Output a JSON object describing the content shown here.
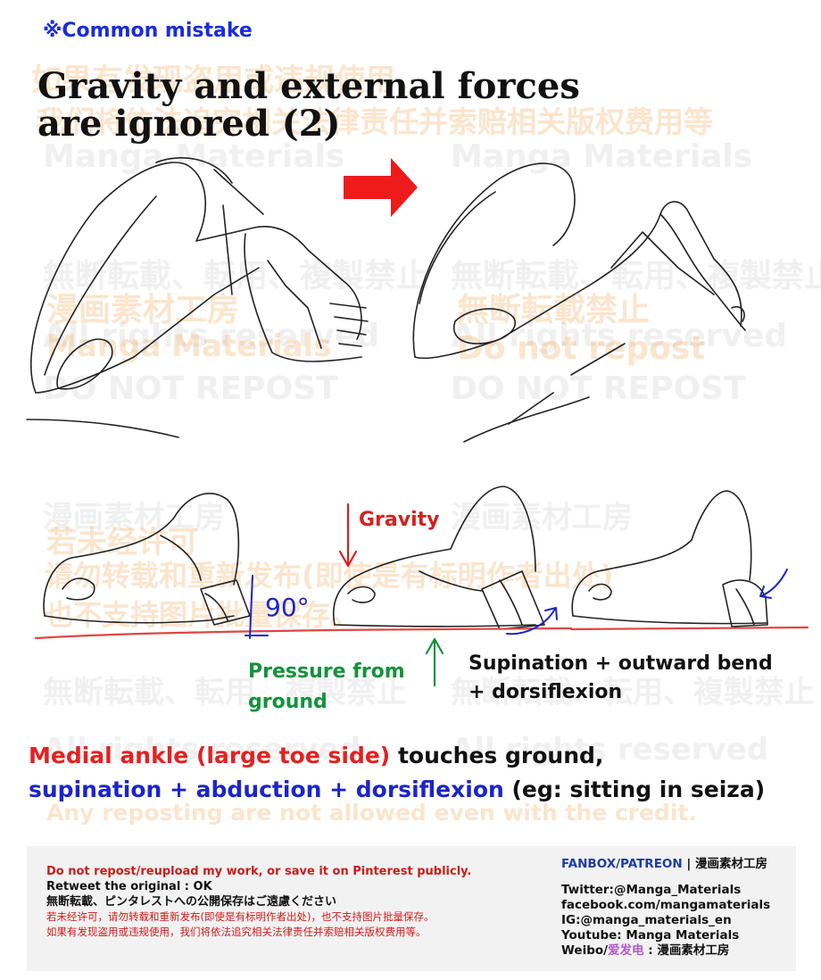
{
  "badge": "※Common mistake",
  "title": {
    "line1": "Gravity and external forces",
    "line2": "are ignored (2)"
  },
  "annotations": {
    "gravity": "Gravity",
    "pressure_line1": "Pressure from",
    "pressure_line2": "ground",
    "supination_line1": "Supination + outward bend",
    "supination_line2": "+ dorsiflexion",
    "angle": "90°"
  },
  "explanation": {
    "medial": "Medial ankle (large toe side)",
    "touches": " touches ground,",
    "supination": "supination + abduction + dorsiflexion",
    "example": " (eg: sitting in seiza)"
  },
  "watermarks": {
    "cn1": "如果有发现盗用或违规使用，",
    "cn2": "我们将依法追究相关法律责任并索赔相关版权费用等",
    "brand": "Manga Materials",
    "jp": "無断転載、転用、複製禁止",
    "studio": "漫画素材工房",
    "jp2": "無断転載禁止",
    "rights": "All rights reserved",
    "dnr": "DO NOT REPOST",
    "dnr2": "Do not repost",
    "cn3": "若未经许可",
    "cn4": "请勿转载和重新发布(即使是有标明作者出处)",
    "cn5": "也不支持图片批量保存。",
    "credit": "Any reposting are not allowed even with the credit."
  },
  "footer": {
    "line1": "Do not repost/reupload my work, or save it on Pinterest publicly.",
    "line2": "Retweet the original : OK",
    "line3": "無断転載、ピンタレストへの公開保存はご遠慮ください",
    "line4": "若未经许可，请勿转载和重新发布(即使是有标明作者出处)，也不支持图片批量保存。",
    "line5": "如果有发现盗用或违规使用，我们将依法追究相关法律责任并索赔相关版权费用等。",
    "fanbox": "FANBOX/PATREON",
    "fanbox_sep": " | ",
    "fanbox_name": "漫画素材工房",
    "twitter": "Twitter:@Manga_Materials",
    "facebook": "facebook.com/mangamaterials",
    "ig": "IG:@manga_materials_en",
    "youtube": "Youtube: Manga Materials",
    "weibo_pre": "Weibo/",
    "weibo_mid": "爱发电",
    "weibo_post": " : 漫画素材工房"
  },
  "colors": {
    "arrow_red": "#ef1b1b",
    "gravity_red": "#d6201f",
    "pressure_green": "#14923d",
    "blue_arrow": "#1c25c8",
    "ground_line": "#e04545"
  }
}
